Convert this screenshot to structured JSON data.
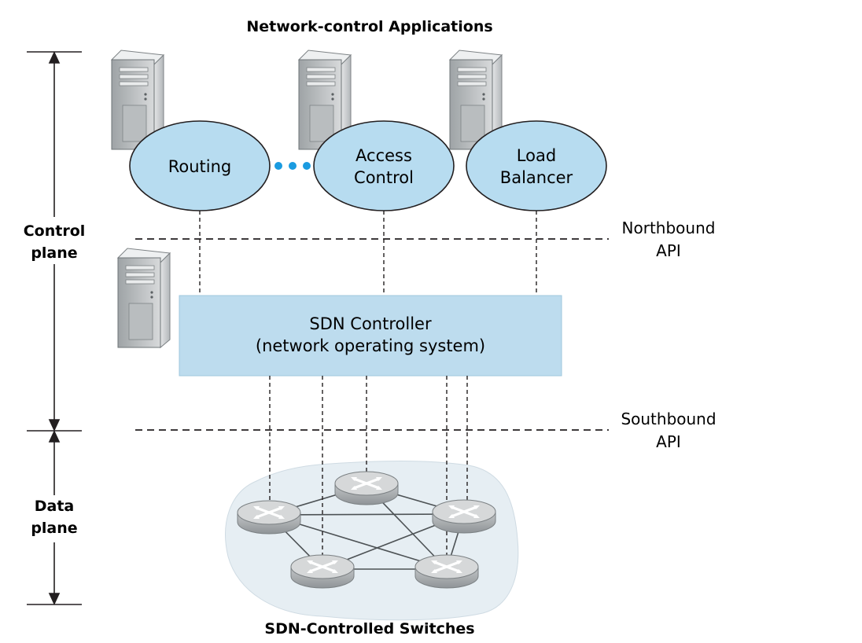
{
  "header": {
    "title": "Network-control Applications"
  },
  "footer": {
    "title": "SDN-Controlled Switches"
  },
  "planes": {
    "control": [
      "Control",
      "plane"
    ],
    "data": [
      "Data",
      "plane"
    ]
  },
  "applications": {
    "routing": [
      "Routing"
    ],
    "access_control": [
      "Access",
      "Control"
    ],
    "load_balancer": [
      "Load",
      "Balancer"
    ]
  },
  "controller": {
    "line1": "SDN Controller",
    "line2": "(network operating system)"
  },
  "apis": {
    "northbound": [
      "Northbound",
      "API"
    ],
    "southbound": [
      "Southbound",
      "API"
    ]
  },
  "colors": {
    "app_ellipse": "#b7dcf0",
    "controller_box": "#bddcee",
    "ellipsis_dots": "#1a9be0",
    "cloud": "#e6eef3",
    "router_body": "#cfd1d2"
  }
}
